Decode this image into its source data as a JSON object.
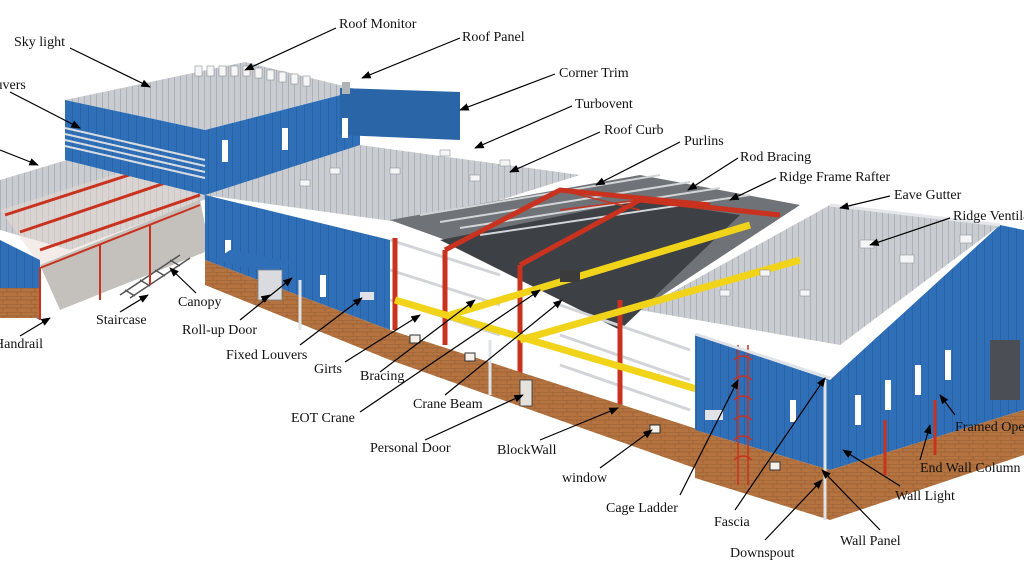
{
  "labels": {
    "sky_light": "Sky light",
    "roof_monitor": "Roof Monitor",
    "roof_panel": "Roof Panel",
    "louvers": "Louvers",
    "corner_trim": "Corner Trim",
    "turbovent": "Turbovent",
    "roof_curb": "Roof Curb",
    "purlins": "Purlins",
    "rod_bracing": "Rod Bracing",
    "ridge_frame_rafter": "Ridge Frame Rafter",
    "eave_gutter": "Eave Gutter",
    "ridge_ventilator": "Ridge Ventilator",
    "canopy": "Canopy",
    "staircase": "Staircase",
    "rollup_door": "Roll-up Door",
    "handrail": "Handrail",
    "fixed_louvers": "Fixed Louvers",
    "girts": "Girts",
    "bracing": "Bracing",
    "eot_crane": "EOT Crane",
    "crane_beam": "Crane Beam",
    "personal_door": "Personal Door",
    "blockwall": "BlockWall",
    "window": "window",
    "cage_ladder": "Cage Ladder",
    "fascia": "Fascia",
    "downspout": "Downspout",
    "wall_panel": "Wall Panel",
    "wall_light": "Wall Light",
    "end_wall_column": "End Wall Column",
    "framed_opening": "Framed Opening"
  },
  "colors": {
    "wall_blue": "#2f6fb8",
    "wall_blue_dark": "#245a98",
    "roof_grey": "#c9ccd0",
    "roof_grey_dark": "#aeb2b7",
    "frame_red": "#c8321e",
    "crane_yellow": "#f1d41a",
    "brick": "#b5733f",
    "brick_dark": "#93582d"
  }
}
